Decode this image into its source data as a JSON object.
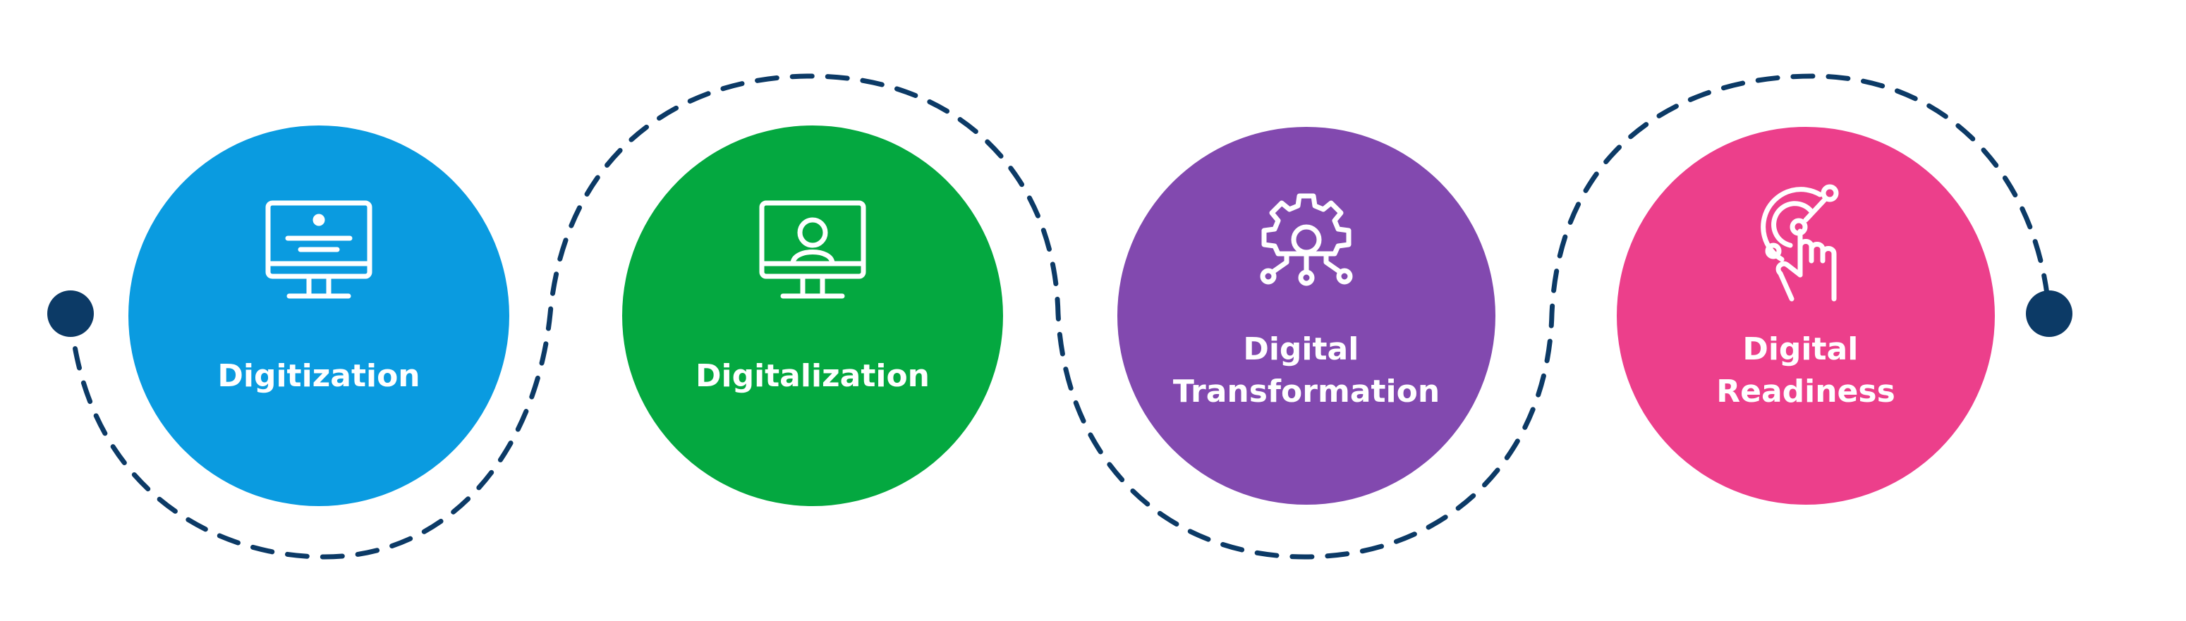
{
  "steps": [
    {
      "label_lines": [
        "Digitization"
      ],
      "color": "#0A9BE0",
      "icon": "monitor-document-icon"
    },
    {
      "label_lines": [
        "Digitalization"
      ],
      "color": "#04A840",
      "icon": "monitor-user-icon"
    },
    {
      "label_lines": [
        "Digital",
        "Transformation"
      ],
      "color": "#8249AF",
      "icon": "gear-circuit-icon"
    },
    {
      "label_lines": [
        "Digital",
        "Readiness"
      ],
      "color": "#EC3F8B",
      "icon": "touch-hand-icon"
    }
  ],
  "connector_color": "#0C3A66"
}
